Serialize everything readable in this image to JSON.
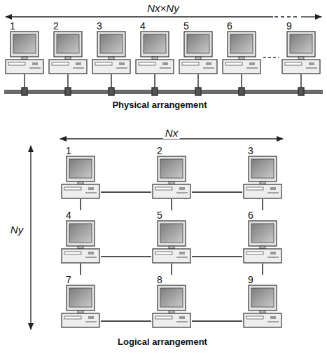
{
  "diagram": {
    "nodes": [
      {
        "text": [
          "1"
        ]
      },
      {
        "text": [
          "2"
        ]
      },
      {
        "text": [
          "3"
        ]
      },
      {
        "text": [
          "4"
        ]
      },
      {
        "text": [
          "5"
        ]
      },
      {
        "text": [
          "6"
        ]
      },
      {
        "text": [
          "9"
        ]
      },
      {
        "text": [
          "1"
        ]
      },
      {
        "text": [
          "2"
        ]
      },
      {
        "text": [
          "3"
        ]
      },
      {
        "text": [
          "4"
        ]
      },
      {
        "text": [
          "5"
        ]
      },
      {
        "text": [
          "6"
        ]
      },
      {
        "text": [
          "7"
        ]
      },
      {
        "text": [
          "8"
        ]
      },
      {
        "text": [
          "9"
        ]
      }
    ],
    "edges": [
      {
        "from": 7,
        "to": 8,
        "arrow": "none"
      },
      {
        "from": 8,
        "to": 9,
        "arrow": "none"
      },
      {
        "from": 10,
        "to": 11,
        "arrow": "none"
      },
      {
        "from": 11,
        "to": 12,
        "arrow": "none"
      },
      {
        "from": 13,
        "to": 14,
        "arrow": "none"
      },
      {
        "from": 14,
        "to": 15,
        "arrow": "none"
      },
      {
        "from": 7,
        "to": 10,
        "arrow": "none"
      },
      {
        "from": 8,
        "to": 11,
        "arrow": "none"
      },
      {
        "from": 9,
        "to": 12,
        "arrow": "none"
      },
      {
        "from": 10,
        "to": 13,
        "arrow": "none"
      },
      {
        "from": 11,
        "to": 14,
        "arrow": "none"
      },
      {
        "from": 12,
        "to": 15,
        "arrow": "none"
      }
    ],
    "labels": [
      "Nx×Ny",
      "Physical arrangement",
      "Nx",
      "Ny",
      "Logical arrangement"
    ]
  }
}
